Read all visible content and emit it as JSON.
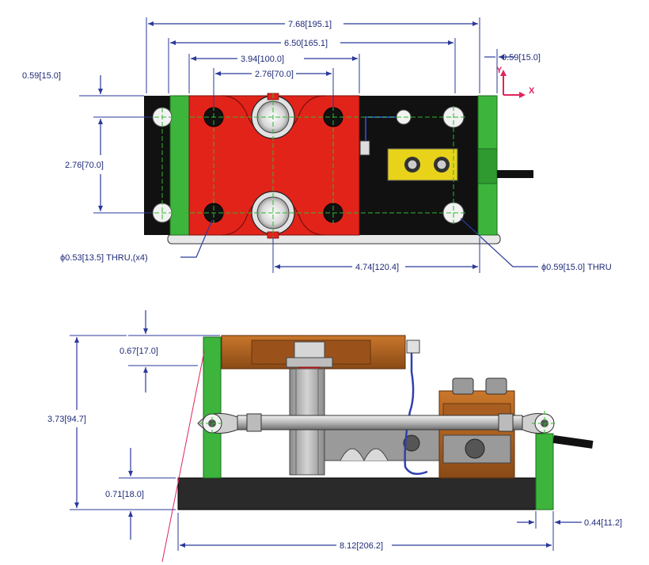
{
  "dimensions": {
    "overall_length": "7.68[195.1]",
    "bolt_spacing_outer": "6.50[165.1]",
    "red_block_width": "3.94[100.0]",
    "inner_hole_spacing": "2.76[70.0]",
    "offset_right": "0.59[15.0]",
    "offset_left": "0.59[15.0]",
    "hole_spacing_vertical": "2.76[70.0]",
    "hole_callout_small": "ϕ0.53[13.5] THRU,(x4)",
    "center_to_edge": "4.74[120.4]",
    "hole_callout_large": "ϕ0.59[15.0] THRU",
    "top_plate_thickness": "0.67[17.0]",
    "overall_height": "3.73[94.7]",
    "base_thickness": "0.71[18.0]",
    "end_plate_thickness": "0.44[11.2]",
    "base_length": "8.12[206.2]"
  },
  "axes": {
    "y": "Y",
    "x": "X"
  },
  "colors": {
    "dimension": "#2a3a9a",
    "red_block": "#e2231a",
    "green_plate": "#3db53d",
    "black_body": "#111111",
    "yellow_plate": "#e8d31a",
    "copper": "#b5651d",
    "axis": "#e0245e",
    "centerline": "#2db82d"
  }
}
